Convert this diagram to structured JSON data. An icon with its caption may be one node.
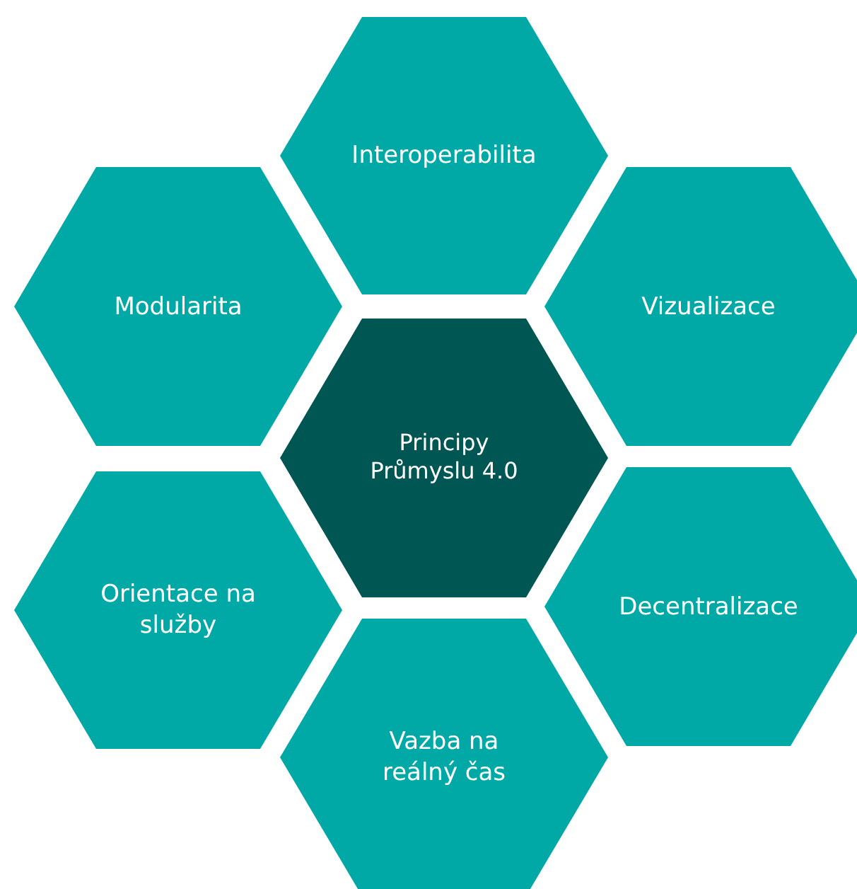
{
  "diagram": {
    "nodes": [
      {
        "text": [
          "Interoperabilita"
        ]
      },
      {
        "text": [
          "Modularita"
        ]
      },
      {
        "text": [
          "Vizualizace"
        ]
      },
      {
        "text": [
          "Principy Průmyslu 4.0"
        ]
      },
      {
        "text": [
          "Orientace na služby"
        ]
      },
      {
        "text": [
          "Decentralizace"
        ]
      },
      {
        "text": [
          "Vazba na reálný čas"
        ]
      }
    ]
  }
}
